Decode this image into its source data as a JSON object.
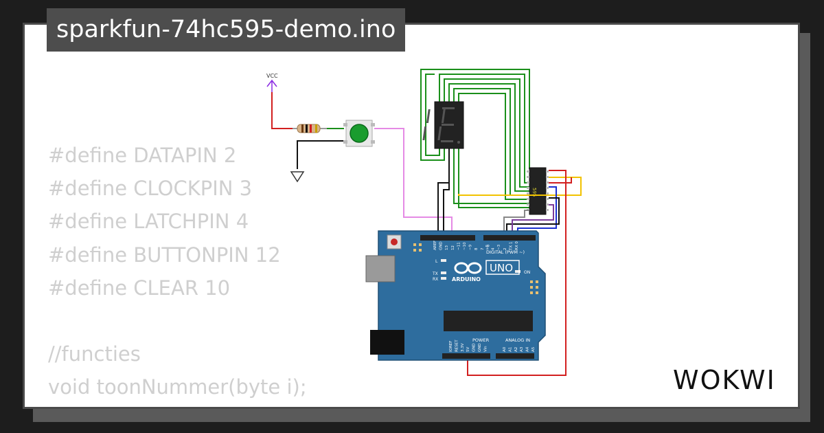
{
  "page": {
    "title": "sparkfun-74hc595-demo.ino"
  },
  "code": {
    "lines": [
      "#define DATAPIN 2",
      "#define CLOCKPIN 3",
      "#define LATCHPIN 4",
      "#define BUTTONPIN 12",
      "#define CLEAR 10",
      "",
      "//functies",
      "void toonNummer(byte i);"
    ]
  },
  "circuit": {
    "vcc_label": "VCC",
    "chip_label": "595",
    "board": {
      "brand": "ARDUINO",
      "model": "UNO",
      "digital_label": "DIGITAL (PWM ~)",
      "power_label": "POWER",
      "analog_label": "ANALOG IN",
      "led_l": "L",
      "led_tx": "TX",
      "led_rx": "RX",
      "led_on": "ON",
      "top_pins": [
        "AREF",
        "GND",
        "13",
        "12",
        "~11",
        "~10",
        "~9",
        "8",
        "7",
        "~6",
        "~5",
        "4",
        "~3",
        "2",
        "TX 1",
        "RX 0"
      ],
      "power_pins": [
        "IOREF",
        "RESET",
        "3.3V",
        "5V",
        "GND",
        "GND",
        "Vin"
      ],
      "analog_pins": [
        "A0",
        "A1",
        "A2",
        "A3",
        "A4",
        "A5"
      ]
    }
  },
  "colors": {
    "background": "#1d1d1d",
    "card": "#ffffff",
    "title_bar": "#4d4d4d",
    "code_text": "#cfcfcf",
    "board_blue": "#2e6d9e",
    "wire_green": "#1a8f1a",
    "wire_red": "#d21f1f",
    "wire_black": "#111111",
    "wire_pink": "#e58ae5",
    "wire_yellow": "#f2c200",
    "wire_blue": "#1a2fd0",
    "wire_purple": "#7b3a9a"
  },
  "logo": {
    "text": "WOKWI"
  }
}
